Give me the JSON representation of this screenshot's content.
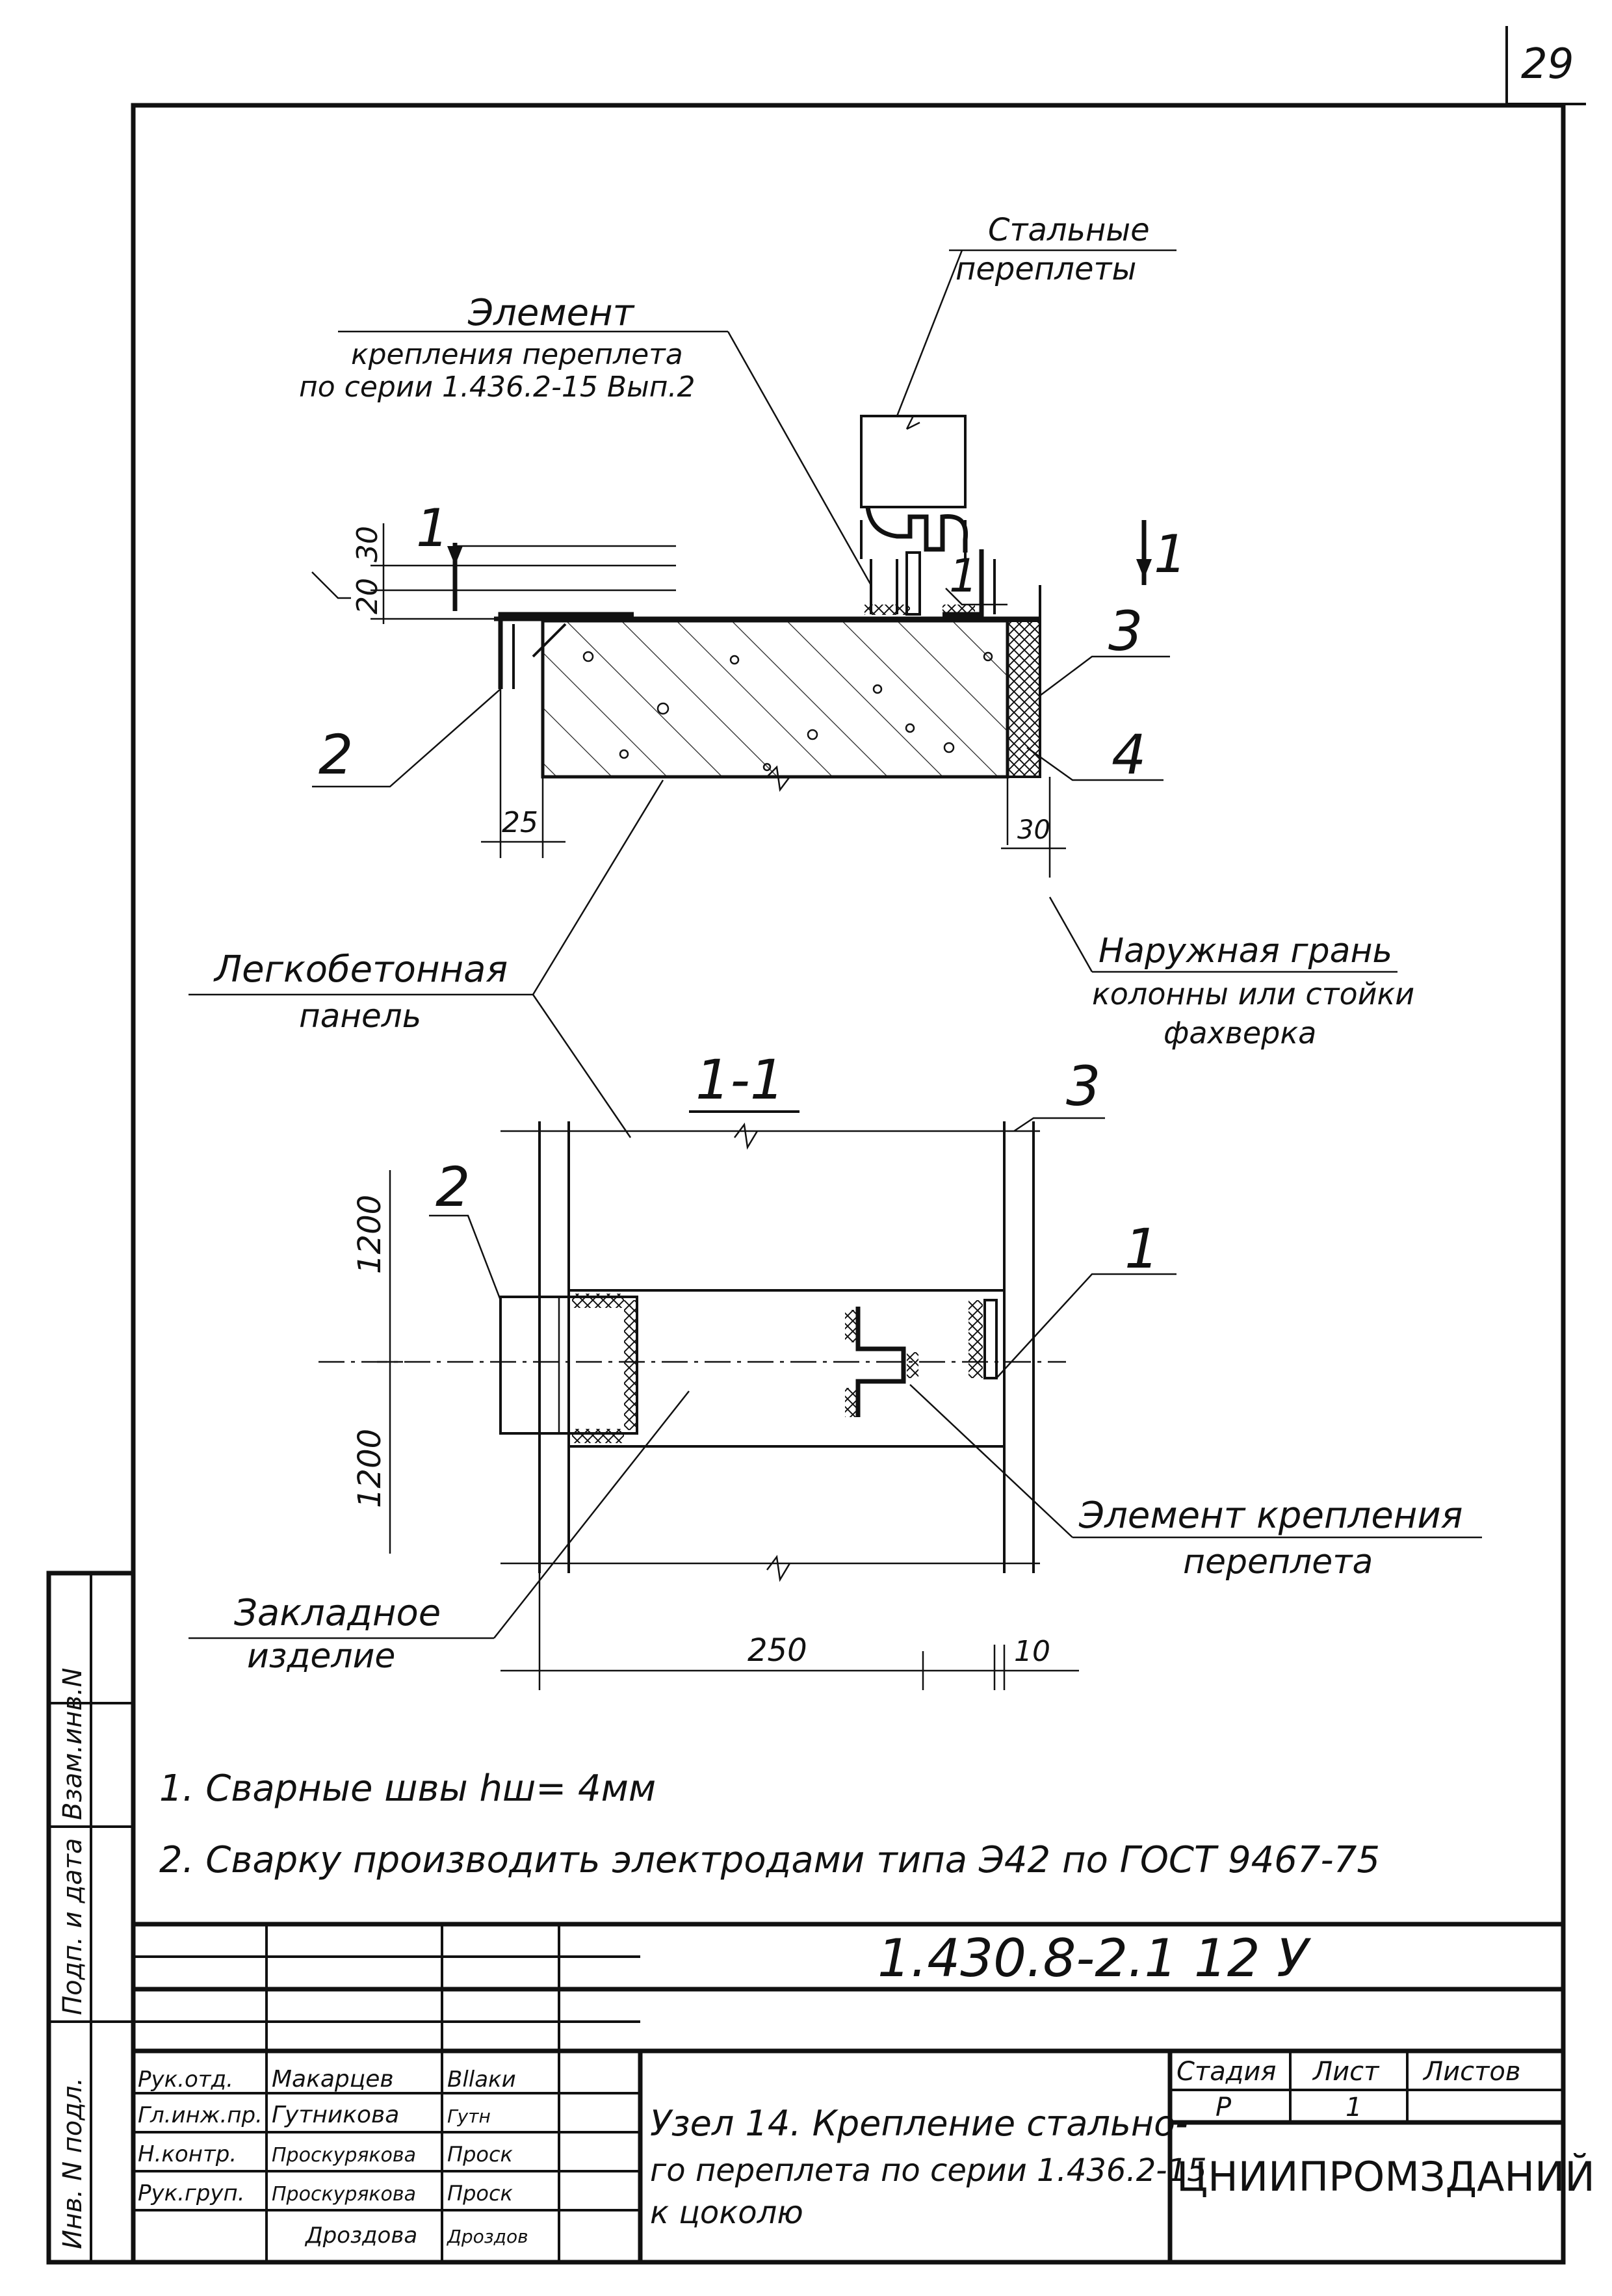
{
  "sheet": {
    "page_number": "29",
    "doc_code": "1.430.8-2.1   12 У",
    "title_lines": [
      "Узел 14. Крепление стально-",
      "го переплета по серии 1.436.2-15",
      "к цоколю"
    ],
    "organization": "ЦНИИПРОМЗДАНИЙ",
    "stage_header": "Стадия",
    "sheet_header": "Лист",
    "sheets_header": "Листов",
    "stage": "Р",
    "sheet_no": "1",
    "sheets_total": ""
  },
  "signatures": [
    {
      "role": "Рук.отд.",
      "name": "Макарцев",
      "sign": "Вllaки"
    },
    {
      "role": "Гл.инж.пр.",
      "name": "Гутникова",
      "sign": "Гутн"
    },
    {
      "role": "Н.контр.",
      "name": "Проскурякова",
      "sign": "Проск"
    },
    {
      "role": "Рук.груп.",
      "name": "Проскурякова",
      "sign": "Проск"
    },
    {
      "role": "",
      "name": "Дроздова",
      "sign": "Дроздов"
    }
  ],
  "side_stamp": {
    "inv_podl": "Инв. N подл.",
    "podp_data": "Подп. и дата",
    "vzam_inv": "Взам.инв.N"
  },
  "labels": {
    "steel_frames": [
      "Стальные",
      "переплеты"
    ],
    "element_fix": [
      "Элемент",
      "крепления переплета",
      "по серии 1.436.2-15 Вып.2"
    ],
    "light_concrete": [
      "Легкобетонная",
      "панель"
    ],
    "outer_face": [
      "Наружная грань",
      "колонны или стойки",
      "фахверка"
    ],
    "embedded": [
      "Закладное",
      "изделие"
    ],
    "fix_element": [
      "Элемент крепления",
      "переплета"
    ],
    "section_mark": "1",
    "section_title": "1-1"
  },
  "callouts": {
    "c1": "1",
    "c2": "2",
    "c3": "3",
    "c4": "4"
  },
  "dimensions": {
    "d30": "30",
    "d20": "20",
    "d25": "25",
    "d30b": "30",
    "d1200a": "1200",
    "d1200b": "1200",
    "d250": "250",
    "d10": "10"
  },
  "notes": [
    "1. Сварные швы hш= 4мм",
    "2. Сварку производить электродами типа Э42 по ГОСТ 9467-75"
  ]
}
